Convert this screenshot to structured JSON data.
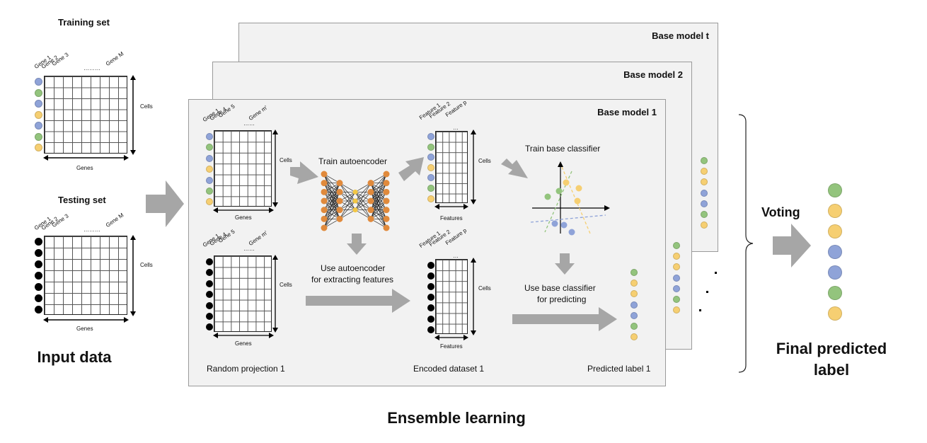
{
  "input": {
    "training_title": "Training set",
    "testing_title": "Testing set",
    "gene_labels": [
      "Gene 1",
      "Gene 2",
      "Gene 3",
      "………",
      "Gene M"
    ],
    "cells_label": "Cells",
    "genes_label": "Genes",
    "caption": "Input data"
  },
  "models": {
    "base_t": "Base model t",
    "base_2": "Base model 2",
    "base_1": "Base model 1"
  },
  "base1": {
    "rp_gene_labels": [
      "Gene 1",
      "Gene 4",
      "Gene 5",
      "……",
      "Gene m'"
    ],
    "feature_labels": [
      "Feature 1",
      "Feature 2",
      "… ",
      "Feature p"
    ],
    "cells_label": "Cells",
    "genes_label": "Genes",
    "features_label": "Features",
    "train_autoencoder": "Train autoencoder",
    "use_autoencoder_line1": "Use autoencoder",
    "use_autoencoder_line2": "for extracting features",
    "train_classifier": "Train base classifier",
    "use_classifier_line1": "Use base classifier",
    "use_classifier_line2": "for predicting",
    "random_projection": "Random projection 1",
    "encoded_dataset": "Encoded dataset 1",
    "predicted_label": "Predicted label 1"
  },
  "voting": "Voting",
  "final_line1": "Final predicted",
  "final_line2": "label",
  "ensemble": "Ensemble learning",
  "colors": {
    "blue": "#8fa3d8",
    "green": "#93c47d",
    "yellow": "#f6cf72",
    "black": "#000000",
    "arrow": "#a6a6a6",
    "panel": "#f2f2f2"
  },
  "training_dot_colors": [
    "blue",
    "green",
    "blue",
    "yellow",
    "blue",
    "green",
    "yellow"
  ],
  "final_dot_colors": [
    "green",
    "yellow",
    "yellow",
    "blue",
    "blue",
    "green",
    "yellow"
  ]
}
